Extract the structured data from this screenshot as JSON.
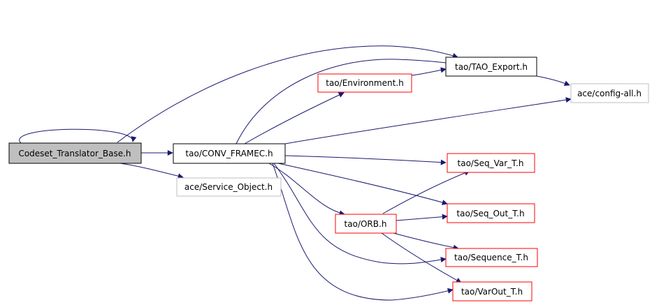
{
  "diagram": {
    "nodes": [
      {
        "id": "cs",
        "label": "Codeset_Translator_Base.h",
        "style": "root"
      },
      {
        "id": "conv",
        "label": "tao/CONV_FRAMEC.h",
        "style": "black"
      },
      {
        "id": "svc",
        "label": "ace/Service_Object.h",
        "style": "gray"
      },
      {
        "id": "env",
        "label": "tao/Environment.h",
        "style": "red"
      },
      {
        "id": "taoexp",
        "label": "tao/TAO_Export.h",
        "style": "black"
      },
      {
        "id": "cfg",
        "label": "ace/config-all.h",
        "style": "gray"
      },
      {
        "id": "seqvar",
        "label": "tao/Seq_Var_T.h",
        "style": "red"
      },
      {
        "id": "seqout",
        "label": "tao/Seq_Out_T.h",
        "style": "red"
      },
      {
        "id": "orb",
        "label": "tao/ORB.h",
        "style": "red"
      },
      {
        "id": "seqt",
        "label": "tao/Sequence_T.h",
        "style": "red"
      },
      {
        "id": "varout",
        "label": "tao/VarOut_T.h",
        "style": "red"
      }
    ],
    "colors": {
      "edge": "#191970",
      "root_fill": "#bfbfbf",
      "black_border": "#000000",
      "red_border": "#ff0000",
      "gray_border": "#bfbfbf"
    }
  }
}
